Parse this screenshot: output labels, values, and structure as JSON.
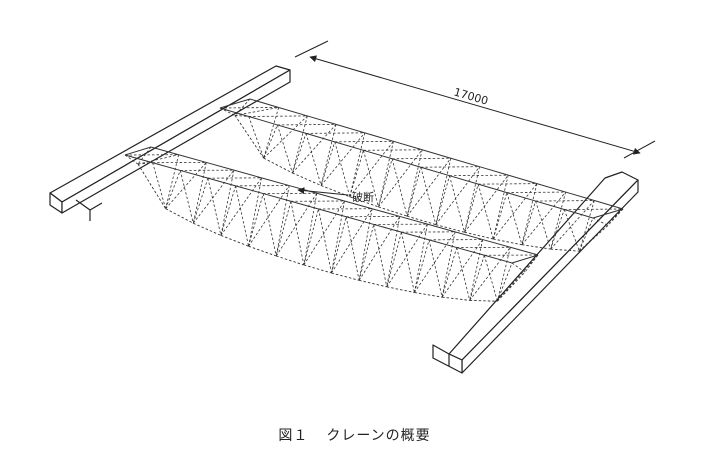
{
  "diagram": {
    "dimension_label": "17000",
    "break_label": "破断",
    "caption_number": "図１",
    "caption_title": "クレーンの概要"
  }
}
